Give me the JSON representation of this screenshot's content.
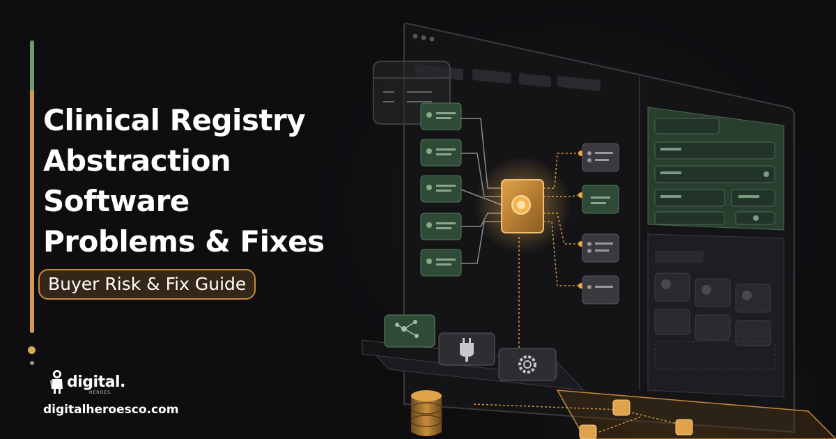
{
  "headline": {
    "lines": [
      "Clinical Registry",
      "Abstraction",
      "Software",
      "Problems & Fixes"
    ]
  },
  "subtitle": "Buyer Risk & Fix Guide",
  "brand": {
    "logo_word": "digital.",
    "logo_sub": "HEROES.",
    "website": "digitalheroesco.com"
  },
  "colors": {
    "background": "#0e0e11",
    "accent_orange": "#d39a4e",
    "accent_green": "#6e9a6e",
    "panel_green": "#2f4a36"
  },
  "illustration": {
    "icons": [
      "network-nodes-icon",
      "plug-icon",
      "gear-icon",
      "database-icon",
      "chip-icon"
    ]
  }
}
